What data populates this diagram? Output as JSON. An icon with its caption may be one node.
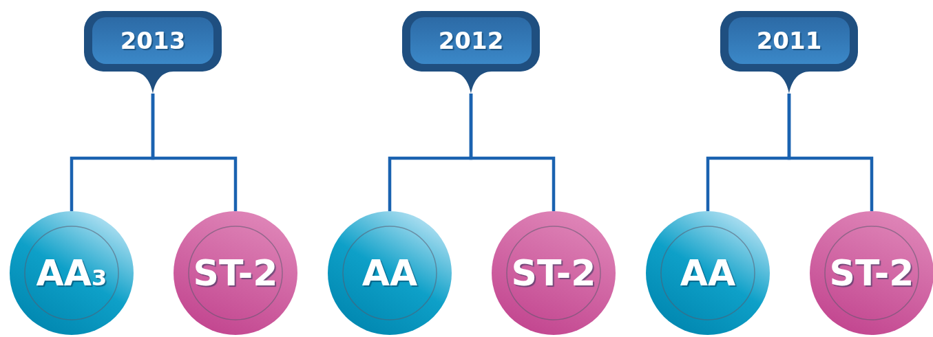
{
  "diagram": {
    "nodes": [
      {
        "text": [
          "2013"
        ]
      },
      {
        "text": [
          "2012"
        ]
      },
      {
        "text": [
          "2011"
        ]
      },
      {
        "text": [
          "AA$_{3}$"
        ]
      },
      {
        "text": [
          "ST-2"
        ]
      },
      {
        "text": [
          "AA"
        ]
      },
      {
        "text": [
          "ST-2"
        ]
      },
      {
        "text": [
          "AA"
        ]
      },
      {
        "text": [
          "ST-2"
        ]
      }
    ],
    "edges": [
      {
        "from": 0,
        "to": 3,
        "arrow": "none"
      },
      {
        "from": 0,
        "to": 4,
        "arrow": "none"
      },
      {
        "from": 1,
        "to": 5,
        "arrow": "none"
      },
      {
        "from": 1,
        "to": 6,
        "arrow": "none"
      },
      {
        "from": 2,
        "to": 7,
        "arrow": "none"
      },
      {
        "from": 2,
        "to": 8,
        "arrow": "none"
      }
    ]
  }
}
